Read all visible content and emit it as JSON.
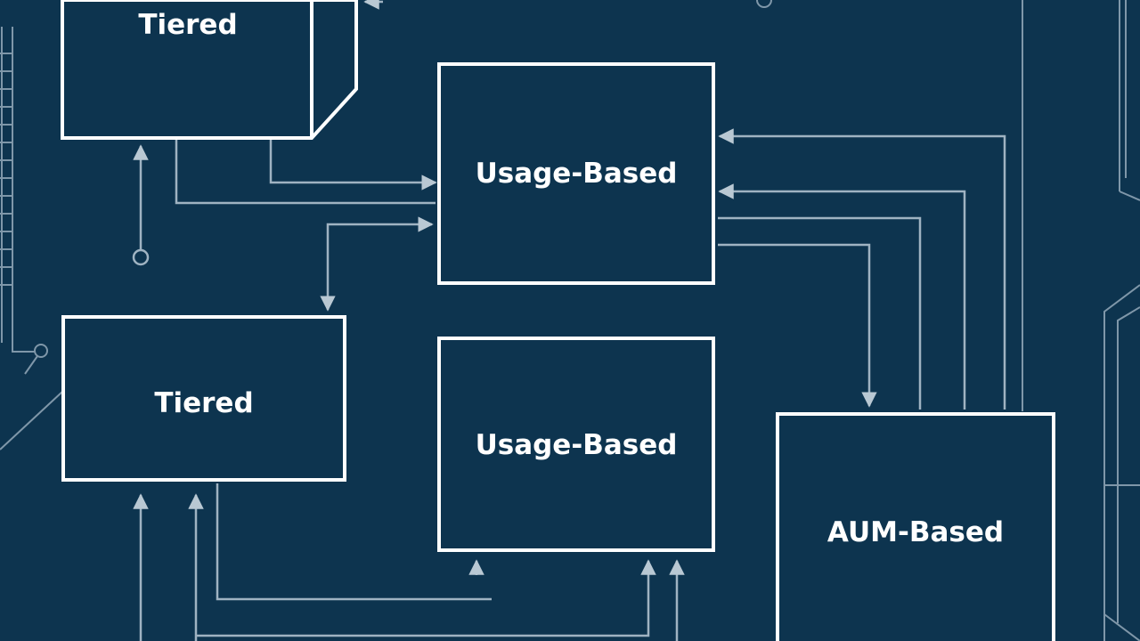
{
  "colors": {
    "background": "#0d344f",
    "box_stroke": "#ffffff",
    "connector": "#9fb3c2",
    "text": "#ffffff"
  },
  "nodes": {
    "tiered_top": {
      "label": "Tiered"
    },
    "usage_top": {
      "label": "Usage-Based"
    },
    "tiered_bottom": {
      "label": "Tiered"
    },
    "usage_bottom": {
      "label": "Usage-Based"
    },
    "aum": {
      "label": "AUM-Based"
    }
  }
}
